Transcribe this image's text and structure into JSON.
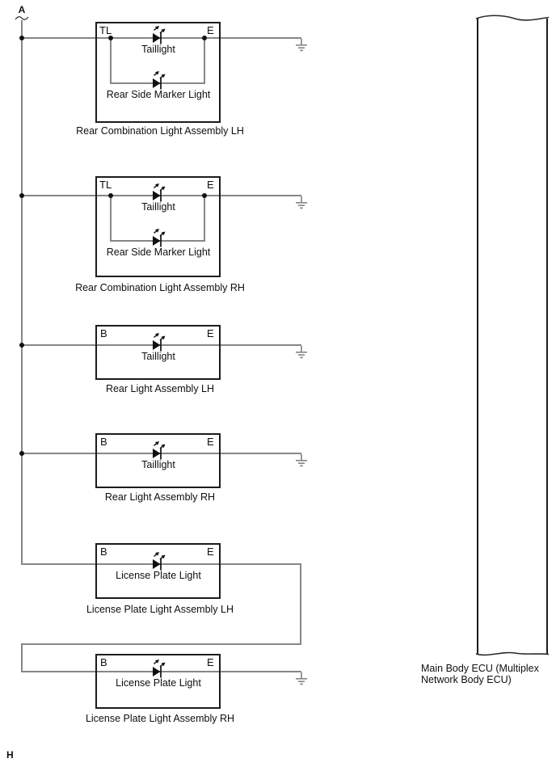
{
  "connector": {
    "label": "A"
  },
  "page_marker": {
    "label": "H"
  },
  "ecu": {
    "label_line1": "Main Body ECU (Multiplex",
    "label_line2": "Network Body ECU)"
  },
  "components": [
    {
      "label": "Rear Combination Light Assembly LH",
      "terminal_left": "TL",
      "terminal_right": "E",
      "lamp1": "Taillight",
      "lamp2": "Rear Side Marker Light"
    },
    {
      "label": "Rear Combination Light Assembly RH",
      "terminal_left": "TL",
      "terminal_right": "E",
      "lamp1": "Taillight",
      "lamp2": "Rear Side Marker Light"
    },
    {
      "label": "Rear Light Assembly LH",
      "terminal_left": "B",
      "terminal_right": "E",
      "lamp1": "Taillight"
    },
    {
      "label": "Rear Light Assembly RH",
      "terminal_left": "B",
      "terminal_right": "E",
      "lamp1": "Taillight"
    },
    {
      "label": "License Plate Light Assembly LH",
      "terminal_left": "B",
      "terminal_right": "E",
      "lamp1": "License Plate Light"
    },
    {
      "label": "License Plate Light Assembly RH",
      "terminal_left": "B",
      "terminal_right": "E",
      "lamp1": "License Plate Light"
    }
  ],
  "colors": {
    "wire": "#868686",
    "outline": "#1c1c1c",
    "symbol": "#111111",
    "text": "#0f0f0f"
  }
}
